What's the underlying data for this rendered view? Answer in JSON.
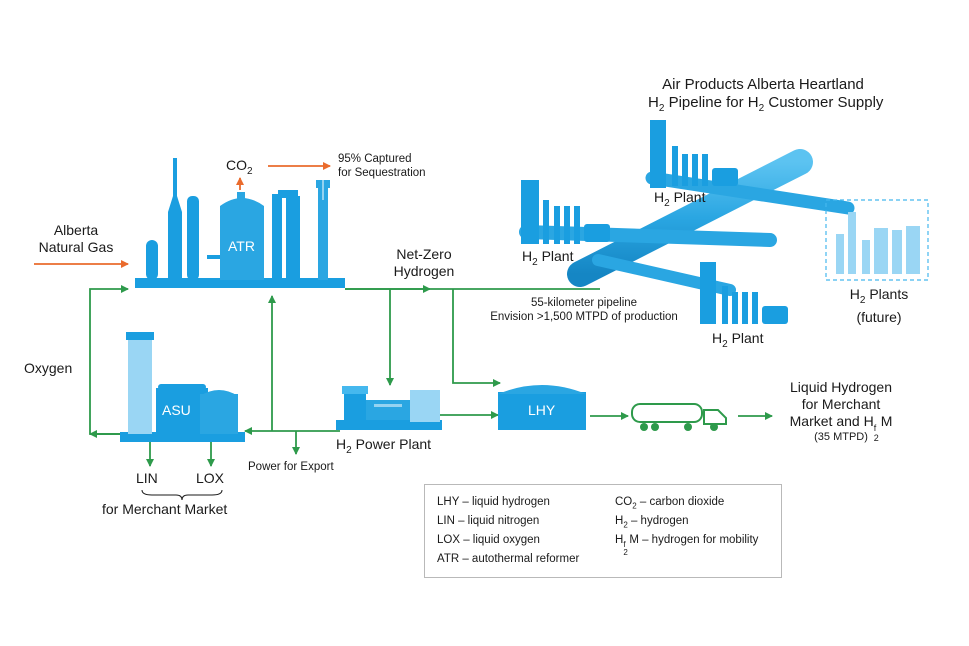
{
  "title": {
    "line1": "Air Products Alberta Heartland",
    "line2_prefix": "H",
    "line2_sub": "2",
    "line2_mid": " Pipeline for H",
    "line2_sub2": "2",
    "line2_suffix": " Customer Supply"
  },
  "inputs": {
    "natural_gas_line1": "Alberta",
    "natural_gas_line2": "Natural Gas",
    "oxygen": "Oxygen"
  },
  "co2": {
    "label": "CO",
    "label_sub": "2",
    "captured_line1": "95% Captured",
    "captured_line2": "for Sequestration"
  },
  "units": {
    "atr": "ATR",
    "asu": "ASU",
    "lhy": "LHY"
  },
  "net_zero": {
    "line1": "Net-Zero",
    "line2": "Hydrogen"
  },
  "pipeline": {
    "line1": "55-kilometer pipeline",
    "line2": "Envision >1,500 MTPD of production"
  },
  "plants": {
    "h2_prefix": "H",
    "h2_sub": "2",
    "plant_suffix": " Plant",
    "plants_suffix": " Plants",
    "future": "(future)"
  },
  "power": {
    "plant_prefix": "H",
    "plant_sub": "2",
    "plant_suffix": " Power Plant",
    "export": "Power for Export"
  },
  "asu_products": {
    "lin": "LIN",
    "lox": "LOX",
    "merchant": "for Merchant Market"
  },
  "liquid_h2": {
    "line1": "Liquid Hydrogen",
    "line2": "for Merchant",
    "line3_prefix": "Market and H",
    "line3_sub": "2",
    "line3_sup": "f",
    "line3_suffix": "M",
    "line4": "(35 MTPD)"
  },
  "legend": {
    "items": [
      "LHY – liquid hydrogen",
      "LIN – liquid nitrogen",
      "LOX – liquid oxygen",
      "ATR – autothermal reformer"
    ],
    "co2_prefix": "CO",
    "co2_sub": "2",
    "co2_suffix": " – carbon dioxide",
    "h2_prefix": "H",
    "h2_sub": "2",
    "h2_suffix": " – hydrogen",
    "h2fm_prefix": "H",
    "h2fm_sub": "2",
    "h2fm_sup": "f",
    "h2fm_suffix": "M – hydrogen for mobility"
  },
  "colors": {
    "equipment_blue": "#1a9ee0",
    "equipment_light": "#45b8ee",
    "equipment_pale": "#9ad6f4",
    "flow_green": "#2e9a4b",
    "co2_orange": "#ea6b2d",
    "truck_green": "#2e9a4b"
  }
}
